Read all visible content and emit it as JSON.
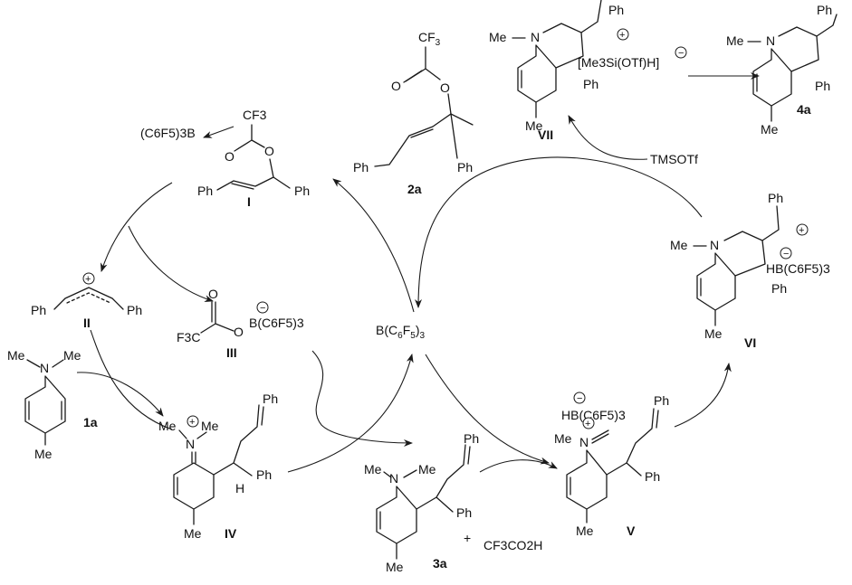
{
  "catalyst": {
    "label_main": "B(C",
    "sub1": "6",
    "mid": "F",
    "sub2": "5",
    "end": ")",
    "sub3": "3"
  },
  "substrate_2a": {
    "number": "2a",
    "cf3": "CF",
    "cf3_sub": "3",
    "ph_left": "Ph",
    "ph_right": "Ph",
    "o_carbonyl": "O",
    "o_ester": "O"
  },
  "intermediate_I": {
    "number": "I",
    "lewis_pair": "(C6F5)3B",
    "cf3": "CF3",
    "ph_left": "Ph",
    "ph_right": "Ph",
    "o_carbonyl": "O",
    "o_ester": "O"
  },
  "intermediate_II": {
    "number": "II",
    "ph_left": "Ph",
    "ph_right": "Ph",
    "charge": "+"
  },
  "intermediate_III": {
    "number": "III",
    "left": "F3C",
    "borate": "B(C6F5)3",
    "o_carbonyl": "O",
    "o_ester": "O",
    "charge": "−"
  },
  "reactant_1a": {
    "number": "1a",
    "me1": "Me",
    "me2": "Me",
    "n": "N",
    "me_para": "Me"
  },
  "intermediate_IV": {
    "number": "IV",
    "me1": "Me",
    "n": "N",
    "me2": "Me",
    "ph_top": "Ph",
    "ph": "Ph",
    "h": "H",
    "me_ring": "Me",
    "charge": "+"
  },
  "product_3a": {
    "number": "3a",
    "me1": "Me",
    "n": "N",
    "me2": "Me",
    "ph_top": "Ph",
    "ph": "Ph",
    "me_ring": "Me",
    "plus": "+",
    "byproduct": "CF3CO2H"
  },
  "intermediate_V": {
    "number": "V",
    "borate": "HB(C6F5)3",
    "me": "Me",
    "n": "N",
    "ph_top": "Ph",
    "ph": "Ph",
    "me_ring": "Me",
    "charge_n": "+",
    "charge_b": "−"
  },
  "intermediate_VI": {
    "number": "VI",
    "me_n": "Me",
    "n": "N",
    "ph_top": "Ph",
    "ph": "Ph",
    "me_ring": "Me",
    "borate": "HB(C6F5)3",
    "charge_c": "+",
    "charge_b": "−"
  },
  "intermediate_VII": {
    "number": "VII",
    "me_n": "Me",
    "n": "N",
    "ph_top": "Ph",
    "ph": "Ph",
    "me_ring": "Me",
    "counterion": "[Me3Si(OTf)H]",
    "charge_c": "+",
    "charge_b": "−"
  },
  "reagent": {
    "tmsotf": "TMSOTf"
  },
  "product_4a": {
    "number": "4a",
    "me_n": "Me",
    "n": "N",
    "ph_top": "Ph",
    "ph": "Ph",
    "me_ring": "Me"
  }
}
